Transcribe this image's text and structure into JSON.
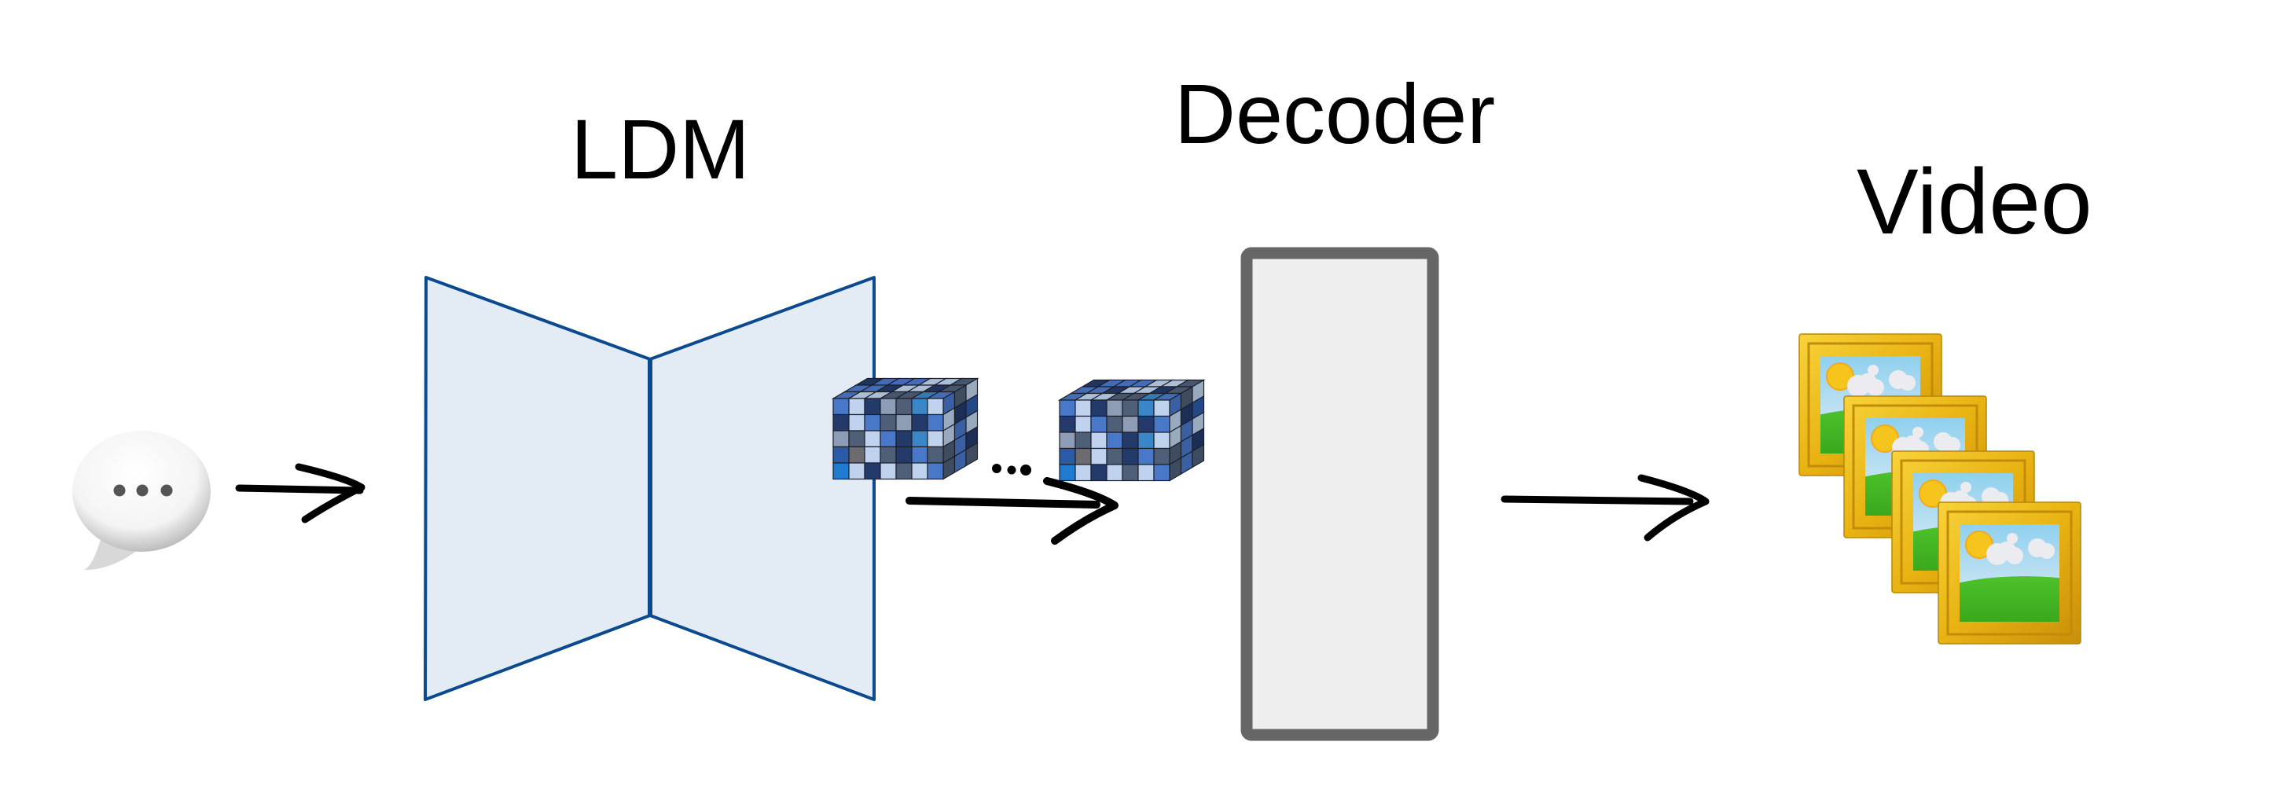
{
  "labels": {
    "encoder_model": "LDM",
    "decoder": "Decoder",
    "output": "Video",
    "ellipsis": "..."
  },
  "nodes": [
    {
      "id": "prompt",
      "icon": "speech-bubble-icon",
      "description": "text prompt"
    },
    {
      "id": "ldm",
      "label": "LDM",
      "shape": "hourglass-encoder-decoder"
    },
    {
      "id": "latent-1",
      "icon": "latent-cube-icon"
    },
    {
      "id": "latent-n",
      "icon": "latent-cube-icon"
    },
    {
      "id": "decoder",
      "label": "Decoder",
      "shape": "rectangle"
    },
    {
      "id": "video",
      "label": "Video",
      "icon": "framed-picture-icon",
      "frame_count": 4
    }
  ],
  "edges": [
    {
      "from": "prompt",
      "to": "ldm"
    },
    {
      "from": "latent-1",
      "to": "latent-n"
    },
    {
      "from": "decoder",
      "to": "video"
    }
  ],
  "colors": {
    "ldm_fill": "#e3ebf5",
    "ldm_stroke": "#0b4a8f",
    "decoder_fill": "#eeeeee",
    "decoder_stroke": "#666666",
    "arrow": "#000000",
    "frame_gold": "#e8b312",
    "cube_palette": [
      "#4a78c9",
      "#bfd3ee",
      "#233a6b",
      "#8c9db5",
      "#4f5f78",
      "#3b86c6",
      "#2b5aa6",
      "#6b6b70",
      "#1f7bd0"
    ]
  },
  "latent_grid": [
    [
      0,
      1,
      2,
      3,
      4,
      5,
      1
    ],
    [
      2,
      1,
      0,
      4,
      3,
      2,
      0
    ],
    [
      3,
      4,
      1,
      0,
      2,
      5,
      1
    ],
    [
      6,
      7,
      1,
      4,
      2,
      0,
      4
    ],
    [
      8,
      1,
      2,
      1,
      4,
      1,
      0
    ]
  ]
}
